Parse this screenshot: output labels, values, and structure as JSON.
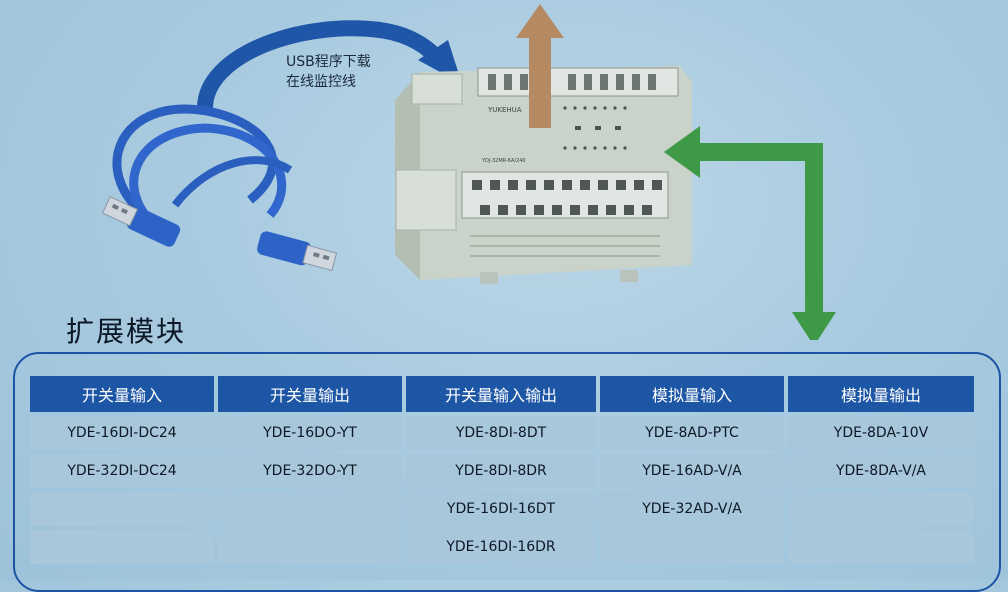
{
  "usb_label": {
    "line1": "USB程序下载",
    "line2": "在线监控线"
  },
  "plc": {
    "brand": "YUKEHUA",
    "model": "YDJ-32MR-6A/240"
  },
  "section_title": "扩展模块",
  "table": {
    "headers": [
      "开关量输入",
      "开关量输出",
      "开关量输入输出",
      "模拟量输入",
      "模拟量输出"
    ],
    "rows": [
      [
        "YDE-16DI-DC24",
        "YDE-16DO-YT",
        "YDE-8DI-8DT",
        "YDE-8AD-PTC",
        "YDE-8DA-10V"
      ],
      [
        "YDE-32DI-DC24",
        "YDE-32DO-YT",
        "YDE-8DI-8DR",
        "YDE-16AD-V/A",
        "YDE-8DA-V/A"
      ],
      [
        "",
        "",
        "YDE-16DI-16DT",
        "YDE-32AD-V/A",
        ""
      ],
      [
        "",
        "",
        "YDE-16DI-16DR",
        "",
        ""
      ]
    ]
  },
  "colors": {
    "header_bg": "#1d56a5",
    "cell_bg": "#a8c7db",
    "panel_border": "#1c54a3",
    "arrow_green": "#3f9a48",
    "arrow_brown": "#b58a62",
    "arrow_blue": "#1f56a8"
  }
}
